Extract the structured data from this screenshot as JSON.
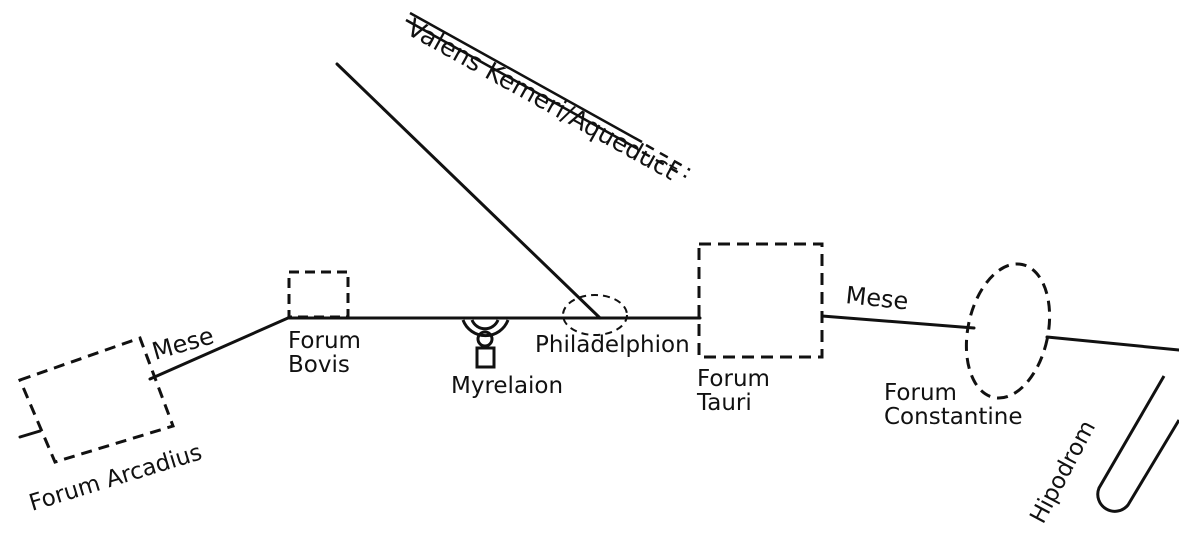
{
  "colors": {
    "ink": "#111111",
    "paper": "#ffffff"
  },
  "labels": {
    "valens_kemeri": "Valens Kemeri/Aqueduct",
    "mese_west": "Mese",
    "forum_bovis": "Forum\nBovis",
    "myrelaion": "Myrelaion",
    "philadelphion": "Philadelphion",
    "forum_tauri": "Forum\nTauri",
    "mese_east": "Mese",
    "forum_constantine": "Forum\nConstantine",
    "forum_arcadius": "Forum Arcadius",
    "hipodrom": "Hipodrom"
  }
}
